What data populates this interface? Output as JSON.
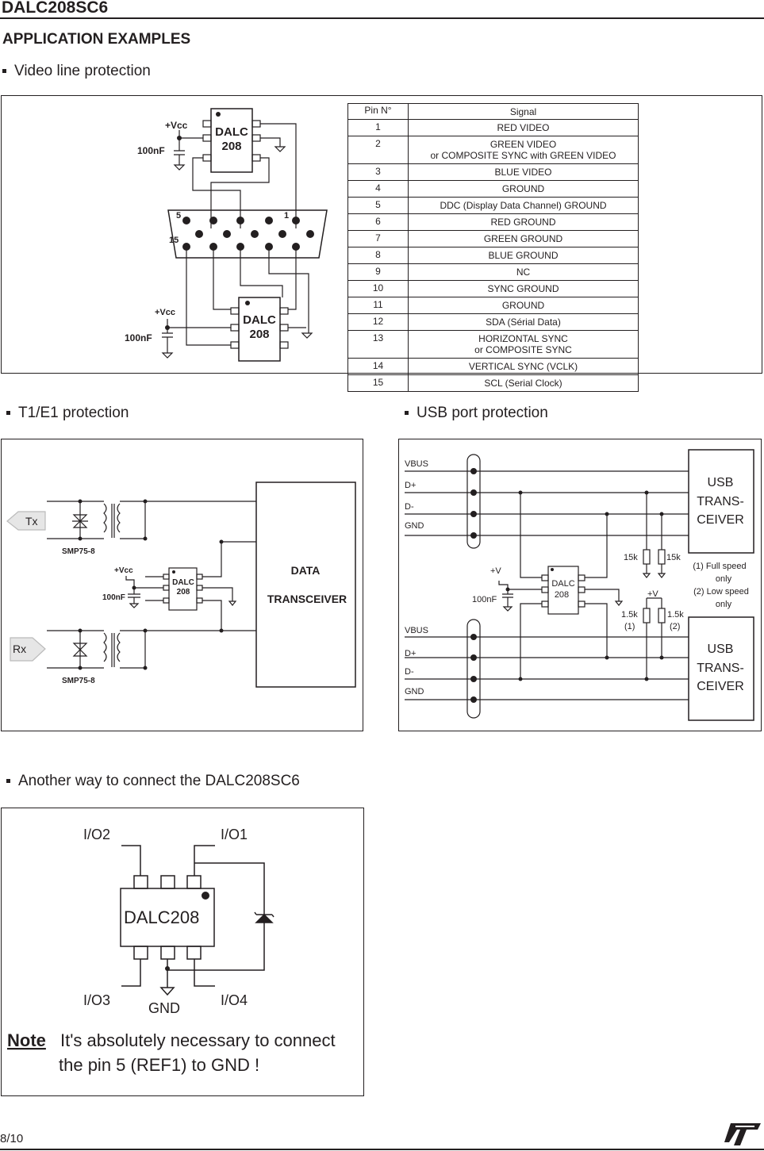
{
  "header": {
    "part_number": "DALC208SC6"
  },
  "section_title": "APPLICATION EXAMPLES",
  "video": {
    "heading": "Video line protection",
    "vcc_label": "+Vcc",
    "cap_label": "100nF",
    "chip_line1": "DALC",
    "chip_line2": "208",
    "conn_pin5": "5",
    "conn_pin1": "1",
    "conn_pin15": "15",
    "table_head_pin": "Pin N°",
    "table_head_signal": "Signal",
    "pins": [
      {
        "n": "1",
        "s1": "RED VIDEO",
        "s2": ""
      },
      {
        "n": "2",
        "s1": "GREEN VIDEO",
        "s2": "or COMPOSITE SYNC with GREEN VIDEO"
      },
      {
        "n": "3",
        "s1": "BLUE VIDEO",
        "s2": ""
      },
      {
        "n": "4",
        "s1": "GROUND",
        "s2": ""
      },
      {
        "n": "5",
        "s1": "DDC (Display Data Channel) GROUND",
        "s2": ""
      },
      {
        "n": "6",
        "s1": "RED GROUND",
        "s2": ""
      },
      {
        "n": "7",
        "s1": "GREEN GROUND",
        "s2": ""
      },
      {
        "n": "8",
        "s1": "BLUE GROUND",
        "s2": ""
      },
      {
        "n": "9",
        "s1": "NC",
        "s2": ""
      },
      {
        "n": "10",
        "s1": "SYNC GROUND",
        "s2": ""
      },
      {
        "n": "11",
        "s1": "GROUND",
        "s2": ""
      },
      {
        "n": "12",
        "s1": "SDA (Sérial Data)",
        "s2": ""
      },
      {
        "n": "13",
        "s1": "HORIZONTAL SYNC",
        "s2": "or COMPOSITE SYNC"
      },
      {
        "n": "14",
        "s1": "VERTICAL SYNC (VCLK)",
        "s2": ""
      },
      {
        "n": "15",
        "s1": "SCL (Serial Clock)",
        "s2": ""
      }
    ]
  },
  "t1e1": {
    "heading": "T1/E1 protection",
    "tx": "Tx",
    "rx": "Rx",
    "smp": "SMP75-8",
    "vcc": "+Vcc",
    "cap": "100nF",
    "chip_line1": "DALC",
    "chip_line2": "208",
    "box_line1": "DATA",
    "box_line2": "TRANSCEIVER"
  },
  "usb": {
    "heading": "USB port protection",
    "vbus": "VBUS",
    "dplus": "D+",
    "dminus": "D-",
    "gnd": "GND",
    "box_line1": "USB",
    "box_line2": "TRANS-",
    "box_line3": "CEIVER",
    "plusv": "+V",
    "cap": "100nF",
    "chip_line1": "DALC",
    "chip_line2": "208",
    "r15k": "15k",
    "r1_5k": "1.5k",
    "n1": "(1)",
    "n2": "(2)",
    "note1_a": "(1) Full speed",
    "note1_b": "only",
    "note2_a": "(2) Low speed",
    "note2_b": "only"
  },
  "another": {
    "heading": "Another way to connect the DALC208SC6",
    "io1": "I/O1",
    "io2": "I/O2",
    "io3": "I/O3",
    "io4": "I/O4",
    "gnd": "GND",
    "chip": "DALC208",
    "note_label": "Note",
    "note_line1": "It's absolutely necessary to connect",
    "note_line2": "the pin 5 (REF1) to GND !"
  },
  "footer": {
    "page": "8/10",
    "logo": "ST"
  }
}
